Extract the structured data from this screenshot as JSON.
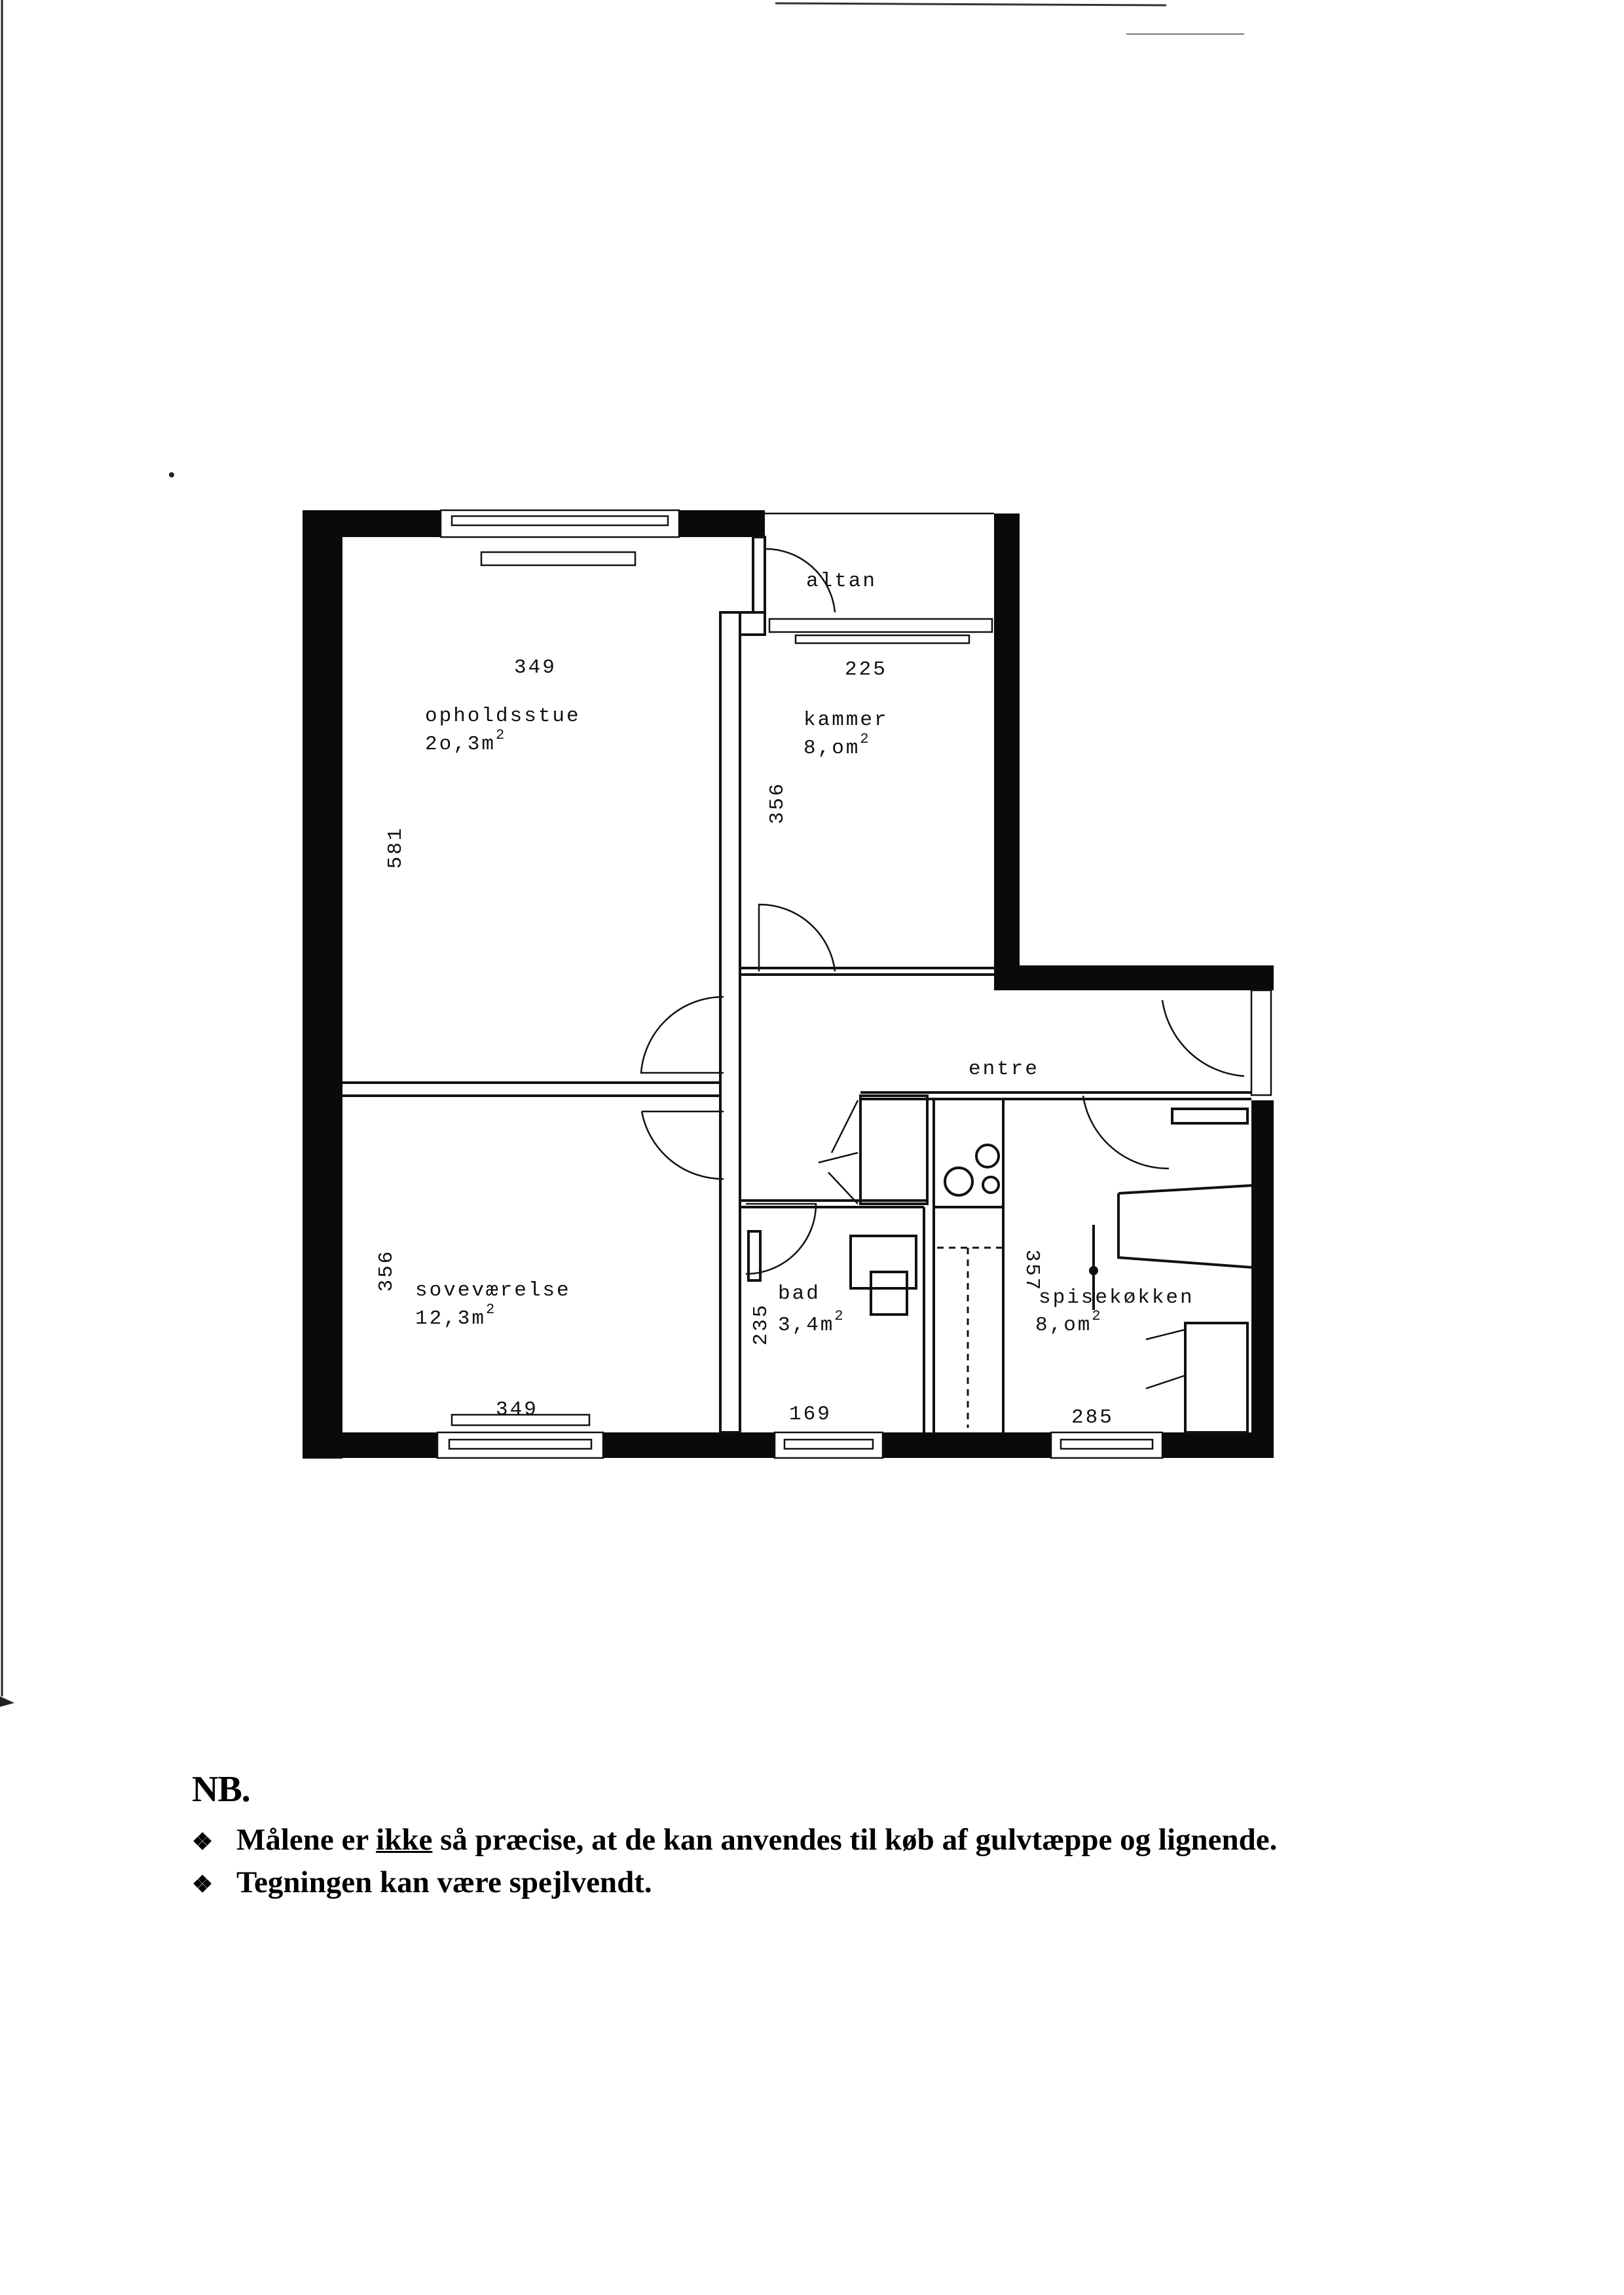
{
  "floor_plan": {
    "rooms": {
      "living": {
        "name": "opholdsstue",
        "area": "2o,3m",
        "area_sup": "2",
        "width": "349",
        "length": "581"
      },
      "balcony": {
        "name": "altan"
      },
      "chamber": {
        "name": "kammer",
        "area": "8,om",
        "area_sup": "2",
        "width": "225",
        "length": "356"
      },
      "hall": {
        "name": "entre"
      },
      "bedroom": {
        "name": "soveværelse",
        "area": "12,3m",
        "area_sup": "2",
        "width": "349",
        "length": "356"
      },
      "bath": {
        "name": "bad",
        "area": "3,4m",
        "area_sup": "2",
        "width": "169",
        "length": "235"
      },
      "kitchen": {
        "name": "spisekøkken",
        "area": "8,om",
        "area_sup": "2",
        "width": "285",
        "length": "357"
      }
    }
  },
  "notes": {
    "heading": "NB.",
    "bullet_icon": "diamond-bullet-icon",
    "items": [
      {
        "before": "Målene er ",
        "emphasis": "ikke",
        "after": " så præcise, at de kan anvendes til køb af gulvtæppe og lignende."
      },
      {
        "before": "Tegningen kan være spejlvendt.",
        "emphasis": "",
        "after": ""
      }
    ]
  }
}
